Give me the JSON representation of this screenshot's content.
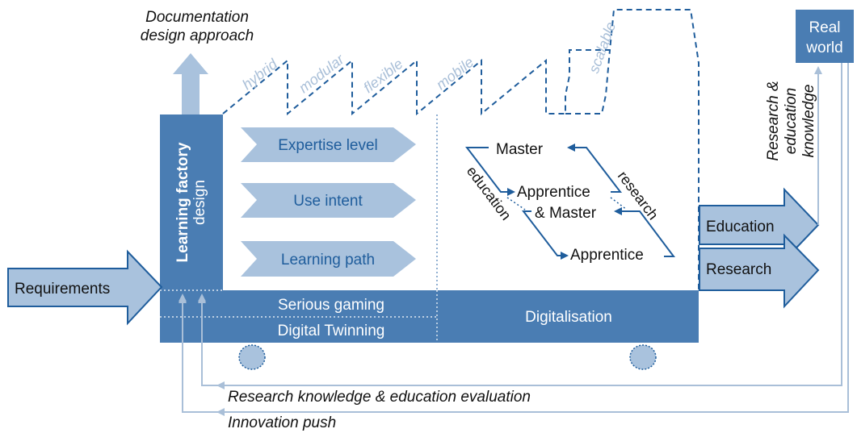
{
  "labels": {
    "doc_line1": "Documentation",
    "doc_line2": "design approach",
    "lf_line1": "Learning factory",
    "lf_line2": "design",
    "roof": [
      "hybrid",
      "modular",
      "flexible",
      "mobile",
      "scalable"
    ],
    "chevrons": [
      "Expertise level",
      "Use intent",
      "Learning path"
    ],
    "master": "Master",
    "apprentice_master_1": "Apprentice",
    "apprentice_master_2": "& Master",
    "apprentice": "Apprentice",
    "education_diag": "education",
    "research_diag": "research",
    "requirements": "Requirements",
    "serious_gaming": "Serious gaming",
    "digital_twinning": "Digital Twinning",
    "digitalisation": "Digitalisation",
    "education_out": "Education",
    "research_out": "Research",
    "real_world_1": "Real",
    "real_world_2": "world",
    "rek_1": "Research &",
    "rek_2": "education",
    "rek_3": "knowledge",
    "feedback_1": "Research knowledge & education evaluation",
    "feedback_2": "Innovation push"
  },
  "colors": {
    "dark_blue": "#4a7db3",
    "light_blue": "#a9c2dd",
    "line_blue": "#a9bfd8",
    "dash_blue": "#1f5d9c",
    "text_dark": "#111111"
  }
}
